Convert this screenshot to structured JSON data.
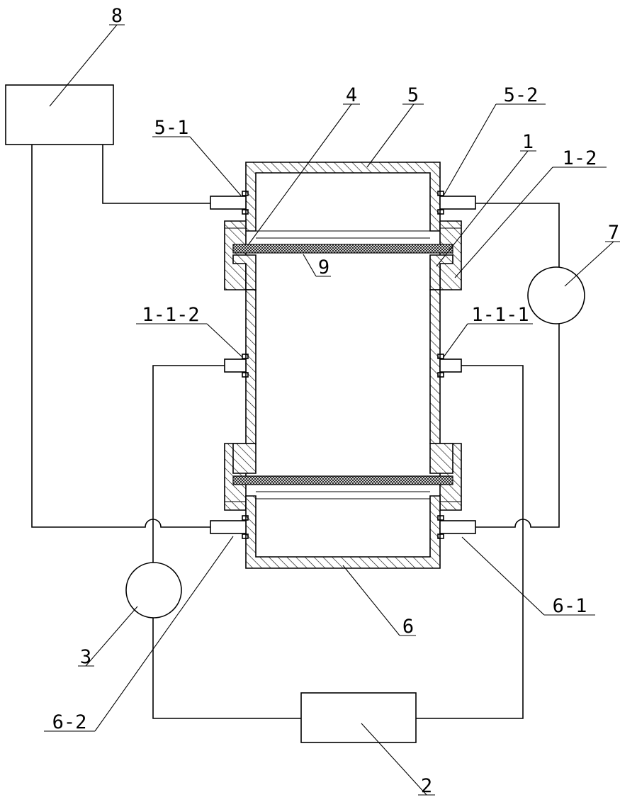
{
  "labels": {
    "l8": "8",
    "l4": "4",
    "l5": "5",
    "l5_2": "5-2",
    "l5_1": "5-1",
    "l1": "1",
    "l1_2": "1-2",
    "l9": "9",
    "l7": "7",
    "l1_1_2": "1-1-2",
    "l1_1_1": "1-1-1",
    "l6": "6",
    "l6_1": "6-1",
    "l3": "3",
    "l6_2": "6-2",
    "l2": "2"
  }
}
